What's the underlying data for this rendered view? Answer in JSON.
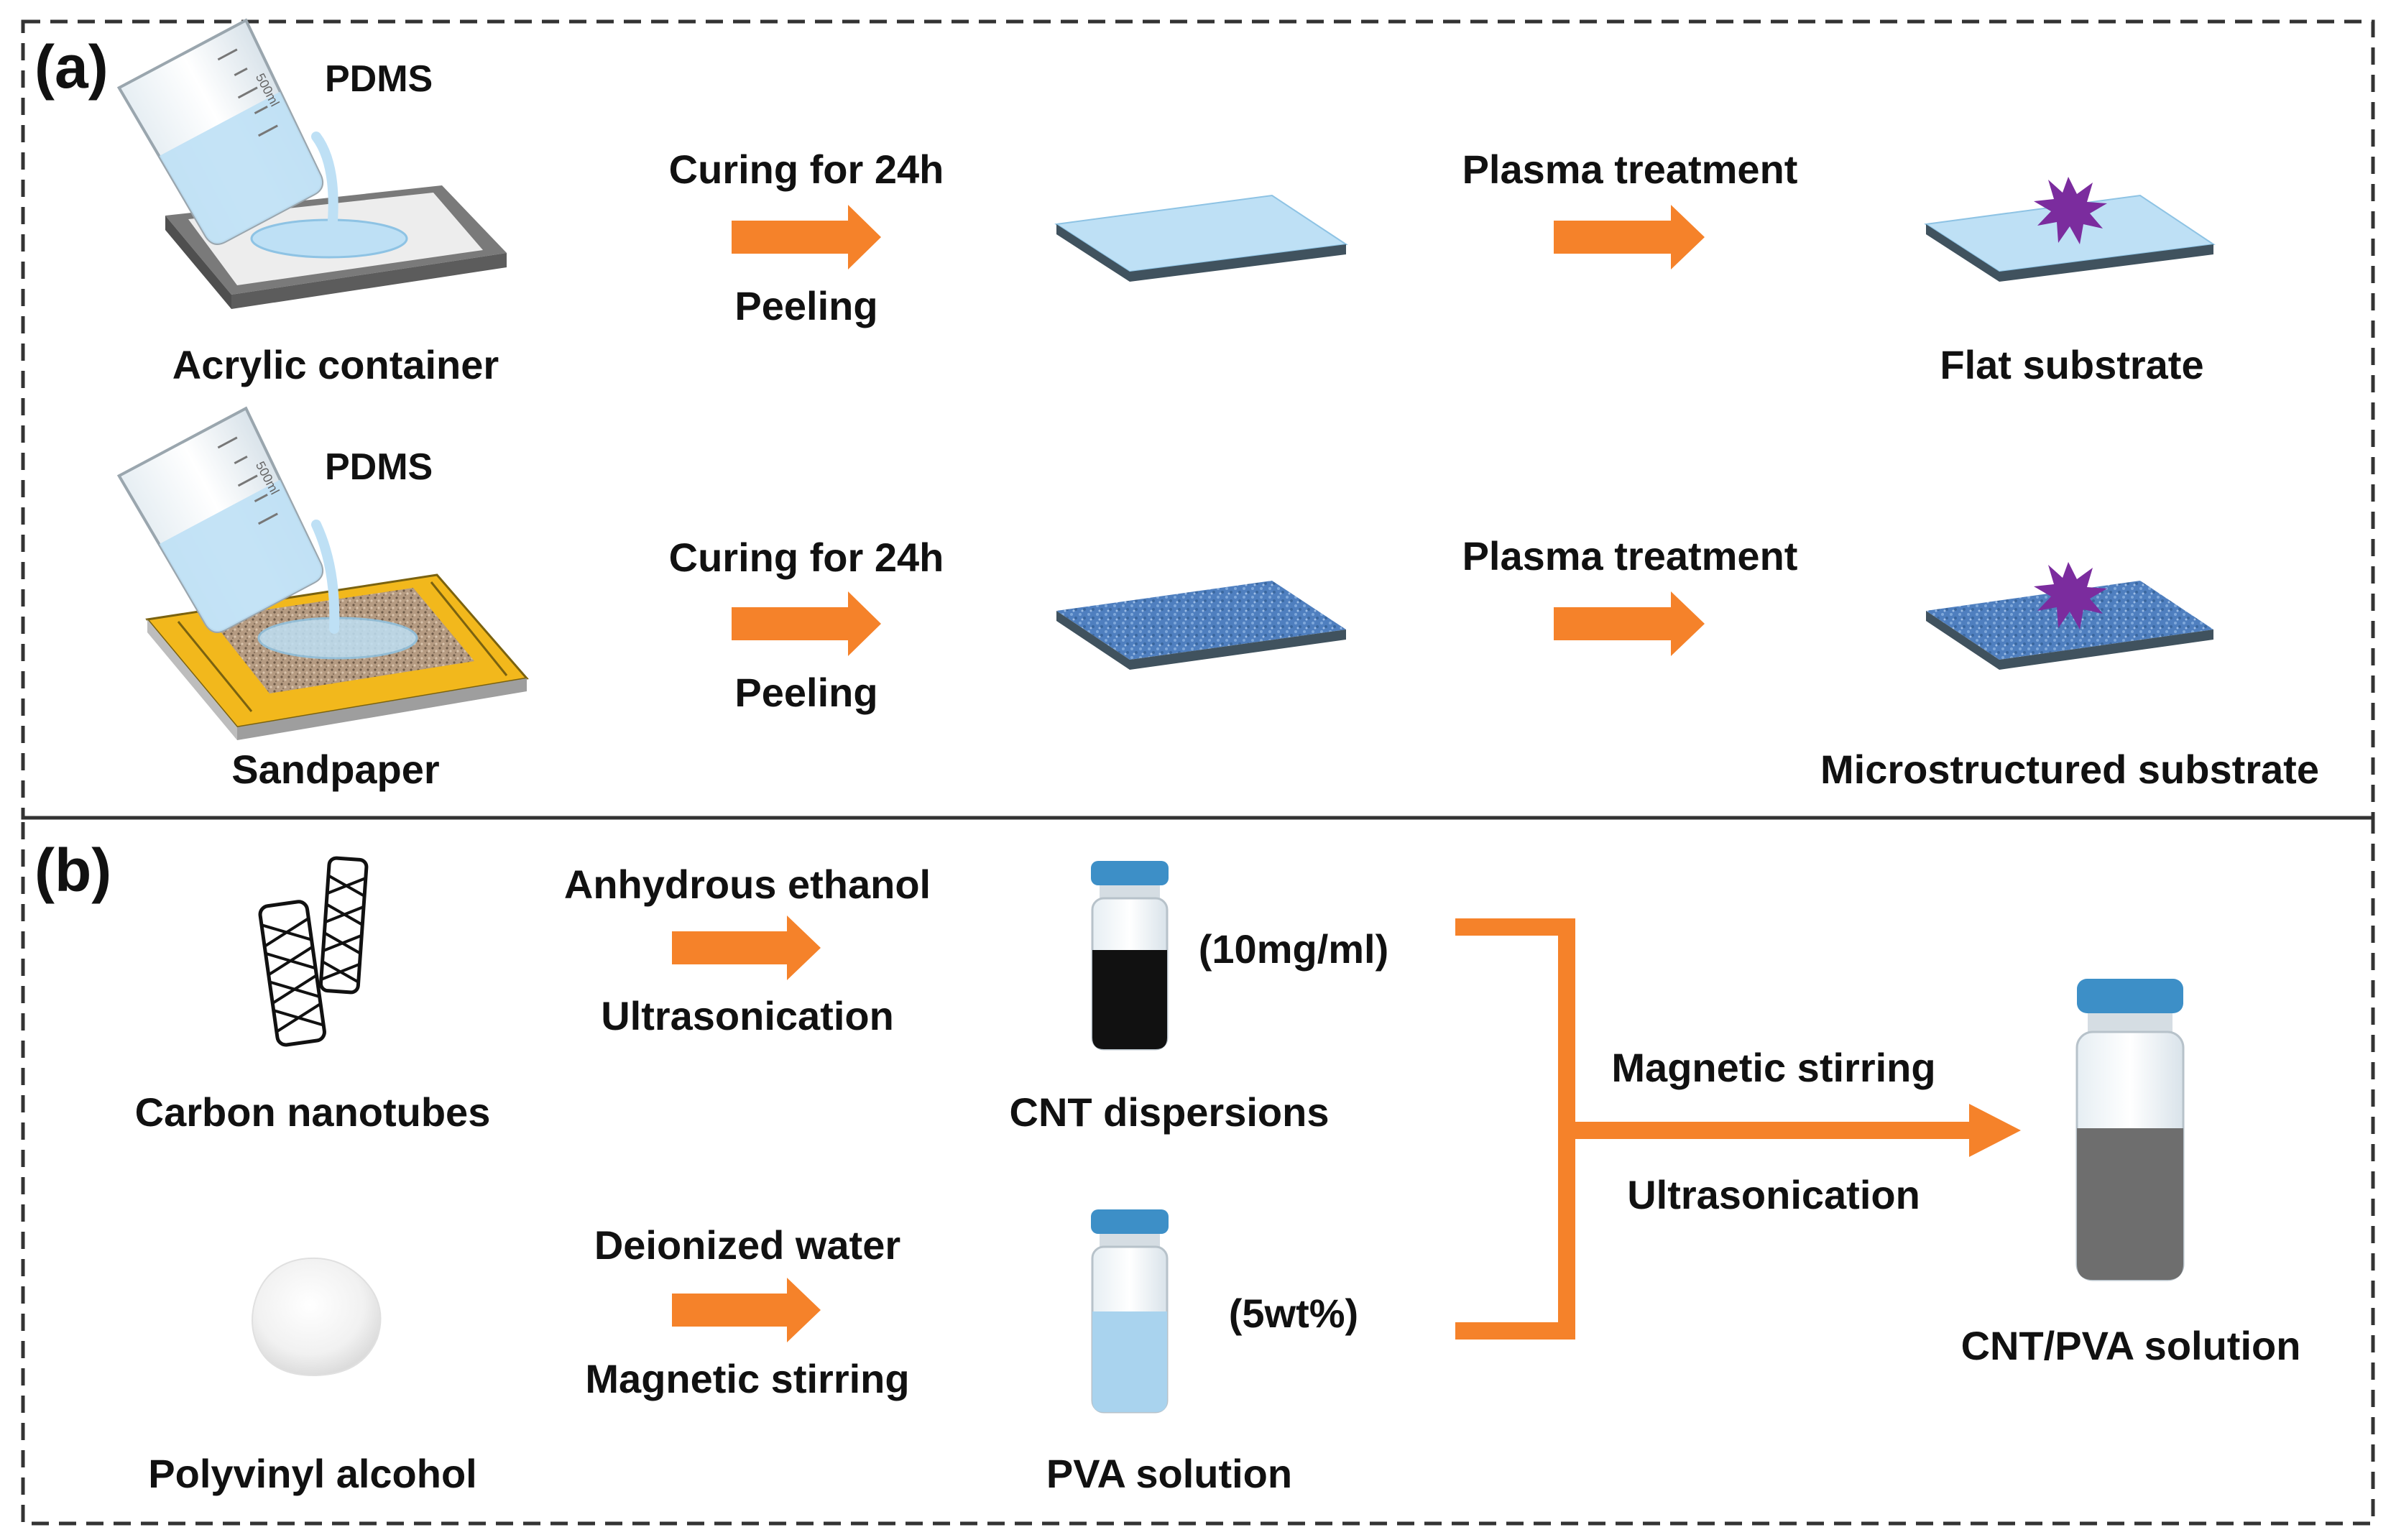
{
  "panel_a": {
    "label": "(a)",
    "row1": {
      "pour_label": "PDMS",
      "container_label": "Acrylic container",
      "step1_top": "Curing for 24h",
      "step1_bottom": "Peeling",
      "step2_top": "Plasma treatment",
      "result_label": "Flat substrate"
    },
    "row2": {
      "pour_label": "PDMS",
      "container_label": "Sandpaper",
      "step1_top": "Curing for 24h",
      "step1_bottom": "Peeling",
      "step2_top": "Plasma treatment",
      "result_label": "Microstructured substrate"
    },
    "beaker_scale": "500ml"
  },
  "panel_b": {
    "label": "(b)",
    "row1": {
      "material_label": "Carbon nanotubes",
      "step_top": "Anhydrous ethanol",
      "step_bottom": "Ultrasonication",
      "product_label": "CNT dispersions",
      "concentration": "(10mg/ml)"
    },
    "row2": {
      "material_label": "Polyvinyl alcohol",
      "step_top": "Deionized water",
      "step_bottom": "Magnetic stirring",
      "product_label": "PVA solution",
      "concentration": "(5wt%)"
    },
    "merge_top": "Magnetic stirring",
    "merge_bottom": "Ultrasonication",
    "final_label": "CNT/PVA solution"
  },
  "colors": {
    "arrow": "#F5822A",
    "pdms": "#BEE0F5",
    "substrate_edge": "#40525E",
    "micro_substrate": "#4F7FBF",
    "plasma_star": "#7B2C9E",
    "vial_cap": "#3D8FC7",
    "cnt_liquid": "#111111",
    "pva_liquid": "#A9D3EE",
    "final_liquid": "#6E6E6E",
    "sandpaper_frame": "#F2B81C",
    "dashed_border": "#333333"
  }
}
